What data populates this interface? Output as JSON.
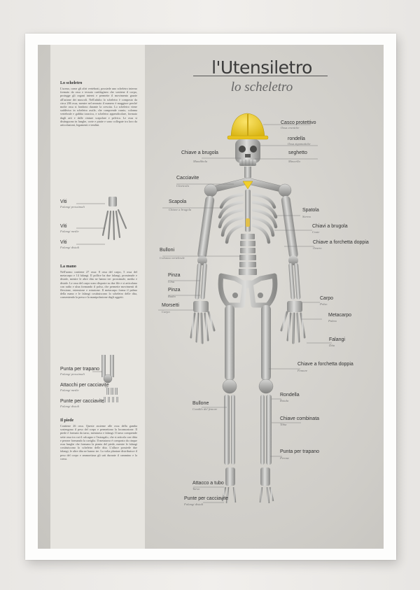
{
  "poster": {
    "title": "l'Utensiletro",
    "subtitle": "lo scheletro"
  },
  "sidebar": {
    "section1": {
      "heading": "Lo scheletro",
      "body": "L'uomo, come gli altri vertebrati, possiede uno scheletro interno formato da ossa e tessuto cartilagineo che sostiene il corpo, protegge gli organi interni e permette il movimento grazie all'azione dei muscoli. Nell'adulto lo scheletro è composto da circa 206 ossa, mentre nel neonato il numero è maggiore perché molte ossa si fondono durante la crescita. Lo scheletro viene suddiviso in scheletro assile, che comprende cranio, colonna vertebrale e gabbia toracica, e scheletro appendicolare, formato dagli arti e dalle cinture scapolare e pelvica. Le ossa si distinguono in lunghe, corte e piatte e sono collegate tra loro da articolazioni, legamenti e tendini."
    },
    "hand_labels": [
      "Viti",
      "Viti",
      "Viti"
    ],
    "hand_subs": [
      "Falangi prossimali",
      "Falangi medie",
      "Falangi distali"
    ],
    "section2": {
      "heading": "La mano",
      "body": "Nell'uomo contiene 27 ossa: 8 ossa del carpo, 5 ossa del metacarpo e 14 falangi. Il pollice ha due falangi, prossimale e distale, mentre le altre dita ne hanno tre: prossimale, media e distale. Le ossa del carpo sono disposte su due file e si articolano con radio e ulna formando il polso, che permette movimenti di flessione, estensione e rotazione. Il metacarpo forma il palmo della mano e le falangi costituiscono lo scheletro delle dita, consentendo la presa e la manipolazione degli oggetti."
    },
    "foot_labels": [
      "Punta per trapano",
      "Attacchi per cacciavite",
      "Punte per cacciavite"
    ],
    "foot_subs": [
      "Falangi prossimali",
      "Falangi medie",
      "Falangi distali"
    ],
    "section3": {
      "heading": "Il piede",
      "body": "Contiene 26 ossa. Queste assieme alle ossa della gamba sostengono il peso del corpo e permettono la locomozione. Il piede è formato da tarso, metatarso e falangi. Il tarso comprende sette ossa tra cui il calcagno e l'astragalo, che si articola con tibia e perone formando la caviglia. Il metatarso è composto da cinque ossa lunghe che formano la pianta del piede, mentre le falangi costituiscono lo scheletro delle dita. L'alluce possiede due falangi, le altre dita ne hanno tre. La volta plantare distribuisce il peso del corpo e ammortizza gli urti durante il cammino e la corsa."
    }
  },
  "labels": [
    {
      "id": "casco",
      "name": "Casco protettivo",
      "sub": "Ossa craniche",
      "side": "right"
    },
    {
      "id": "rondella-top",
      "name": "rondella",
      "sub": "Ossa zigomatiche",
      "side": "right"
    },
    {
      "id": "chiave-brugola-top",
      "name": "Chiave a brugola",
      "sub": "Mandibola",
      "side": "left"
    },
    {
      "id": "seghetto",
      "name": "seghetto",
      "sub": "Mascella",
      "side": "right"
    },
    {
      "id": "cacciavite",
      "name": "Cacciavite",
      "sub": "Clavicola",
      "side": "left"
    },
    {
      "id": "scapola",
      "name": "Scapola",
      "sub": "Chiave a brugola",
      "side": "left"
    },
    {
      "id": "spatola",
      "name": "Spatola",
      "sub": "Sterno",
      "side": "right"
    },
    {
      "id": "chiavi-brugola",
      "name": "Chiavi a brugola",
      "sub": "Coste",
      "side": "right"
    },
    {
      "id": "chiave-forchetta-top",
      "name": "Chiave a forchetta doppia",
      "sub": "Omero",
      "side": "right"
    },
    {
      "id": "bulloni",
      "name": "Bulloni",
      "sub": "Colonna vertebrale",
      "side": "left"
    },
    {
      "id": "pinza1",
      "name": "Pinza",
      "sub": "Ulna",
      "side": "left"
    },
    {
      "id": "pinza2",
      "name": "Pinza",
      "sub": "Radio",
      "side": "left"
    },
    {
      "id": "morsetti",
      "name": "Morsetti",
      "sub": "Carpo",
      "side": "left"
    },
    {
      "id": "carpo",
      "name": "Carpo",
      "sub": "Polso",
      "side": "right"
    },
    {
      "id": "metacarpo",
      "name": "Metacarpo",
      "sub": "Palmo",
      "side": "right"
    },
    {
      "id": "falangi",
      "name": "Falangi",
      "sub": "Dita",
      "side": "right"
    },
    {
      "id": "chiave-forchetta-bottom",
      "name": "Chiave a forchetta doppia",
      "sub": "Femore",
      "side": "right"
    },
    {
      "id": "rondella",
      "name": "Rondella",
      "sub": "Rotula",
      "side": "right"
    },
    {
      "id": "bullone",
      "name": "Bullone",
      "sub": "Condilo del femore",
      "side": "left"
    },
    {
      "id": "chiave-combinata",
      "name": "Chiave combinata",
      "sub": "Tibia",
      "side": "right"
    },
    {
      "id": "punta-trapano",
      "name": "Punta per trapano",
      "sub": "Perone",
      "side": "right"
    },
    {
      "id": "attacco-tubo",
      "name": "Attacco a tubo",
      "sub": "Tarso",
      "side": "left"
    },
    {
      "id": "punte-cacciavite",
      "name": "Punte per cacciavite",
      "sub": "Falangi distali",
      "side": "left"
    }
  ],
  "colors": {
    "helmet": "#f2cf2a",
    "bone": "#b9b9b7",
    "bone_dark": "#6e6e6c",
    "line": "#777777"
  }
}
